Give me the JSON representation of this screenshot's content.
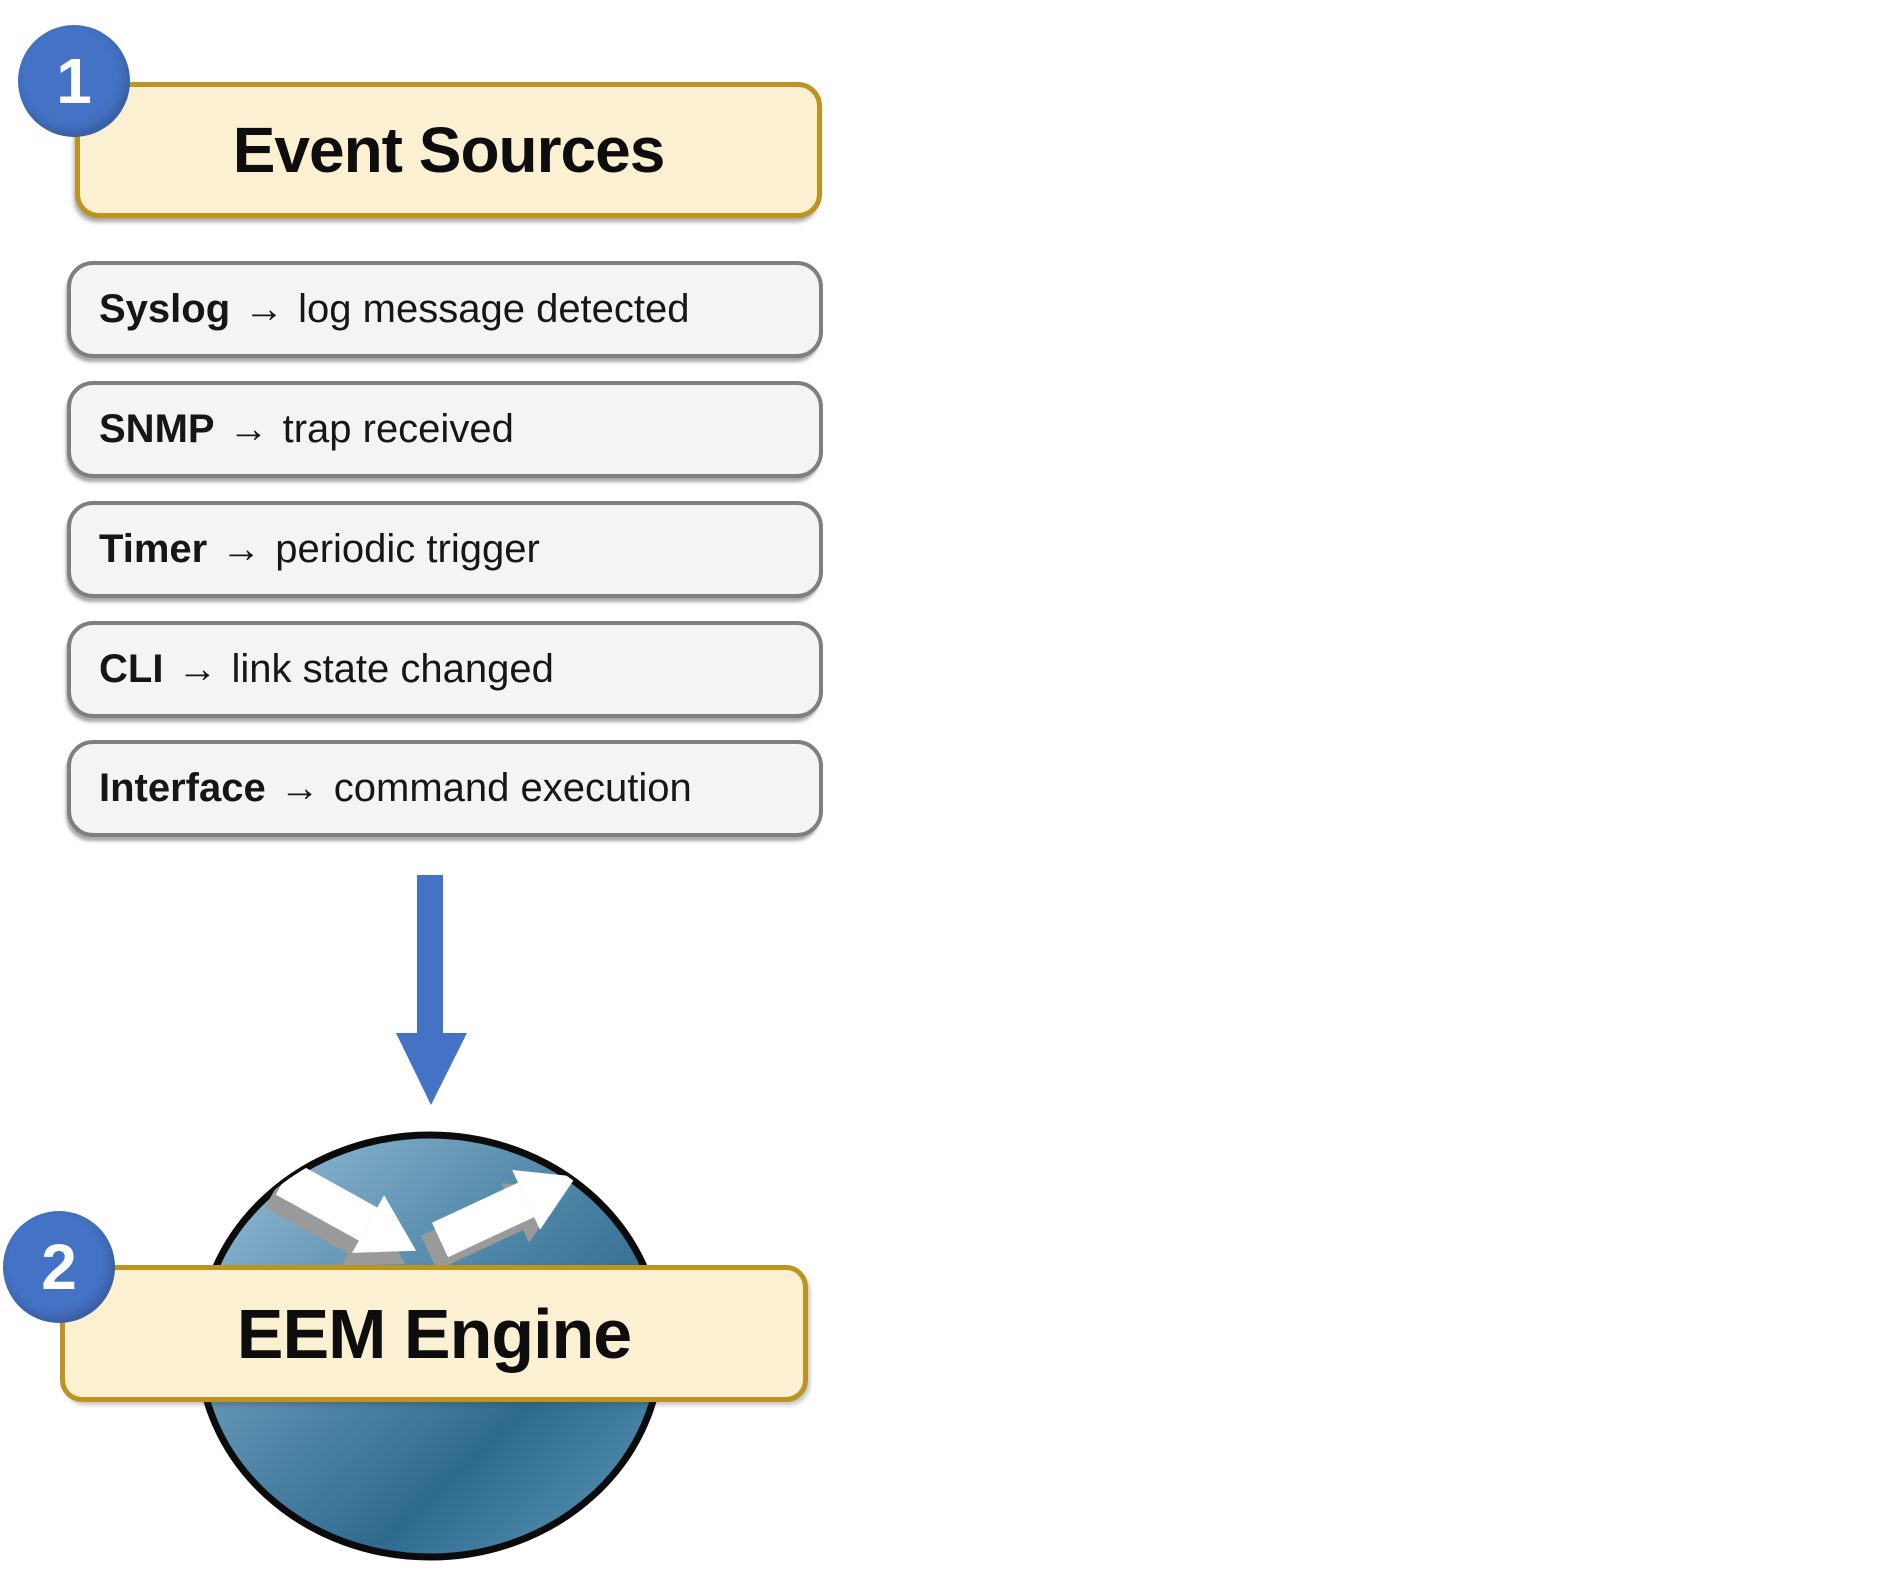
{
  "badges": {
    "step1": "1",
    "step2": "2"
  },
  "event_sources": {
    "title": "Event Sources",
    "arrow_glyph": "→",
    "items": [
      {
        "label": "Syslog",
        "desc": "log message detected"
      },
      {
        "label": "SNMP",
        "desc": "trap received"
      },
      {
        "label": "Timer",
        "desc": "periodic trigger"
      },
      {
        "label": "CLI",
        "desc": "link state changed"
      },
      {
        "label": "Interface",
        "desc": "command execution"
      }
    ]
  },
  "eem": {
    "title": "EEM Engine"
  },
  "icons": {
    "flow_arrow": "down-arrow-icon",
    "router": "router-icon",
    "router_arrows": "routing-arrows-icon"
  },
  "colors": {
    "badge_blue": "#4472C4",
    "flow_arrow_blue": "#4472C4",
    "gold_border": "#BD9422",
    "cream_fill": "#FBF0D2",
    "item_fill": "#F4F4F4",
    "item_border": "#7F7F7F",
    "text_black": "#0d0d0d",
    "router_dark": "#2F6B8E",
    "router_light": "#9DC2DA",
    "router_outline": "#0b0b0b",
    "arrow_shadow_gray": "#9A9A9A"
  }
}
